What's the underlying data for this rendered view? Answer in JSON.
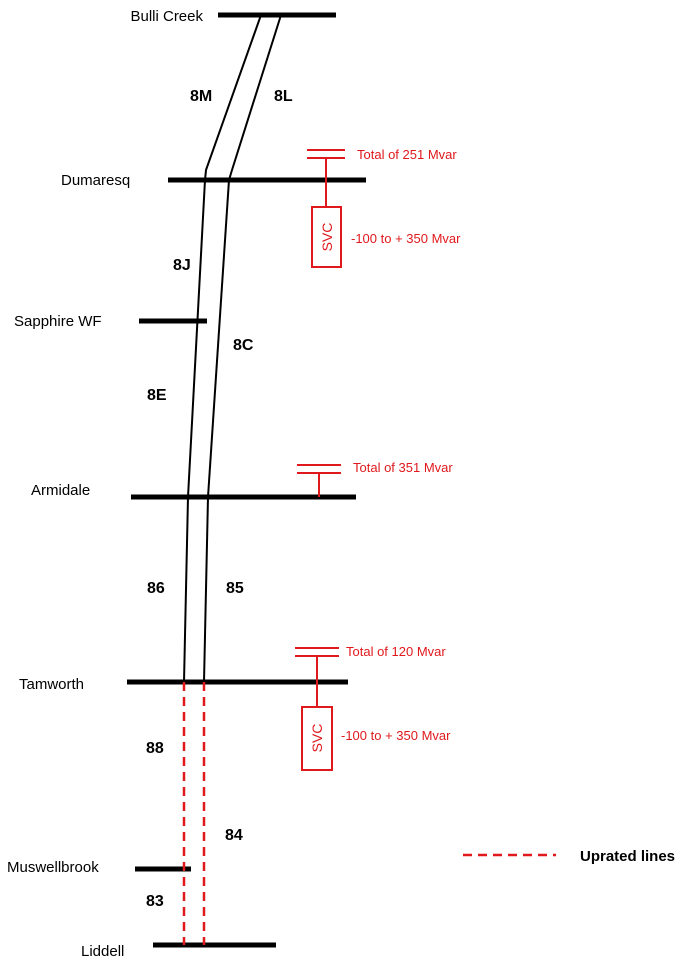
{
  "colors": {
    "line": "#000000",
    "accent": "#e0191c",
    "background": "#ffffff"
  },
  "buses": {
    "bulli_creek": "Bulli Creek",
    "dumaresq": "Dumaresq",
    "sapphire_wf": "Sapphire WF",
    "armidale": "Armidale",
    "tamworth": "Tamworth",
    "muswellbrook": "Muswellbrook",
    "liddell": "Liddell"
  },
  "lines": {
    "l8M": "8M",
    "l8L": "8L",
    "l8J": "8J",
    "l8C": "8C",
    "l8E": "8E",
    "l86": "86",
    "l85": "85",
    "l88": "88",
    "l84": "84",
    "l83": "83"
  },
  "compensation": {
    "dumaresq_caps": "Total of 251 Mvar",
    "dumaresq_svc_label": "SVC",
    "dumaresq_svc_range": "-100 to + 350 Mvar",
    "armidale_caps": "Total of 351 Mvar",
    "tamworth_caps": "Total of 120 Mvar",
    "tamworth_svc_label": "SVC",
    "tamworth_svc_range": "-100 to + 350 Mvar"
  },
  "legend": {
    "uprated_lines": "Uprated lines"
  }
}
